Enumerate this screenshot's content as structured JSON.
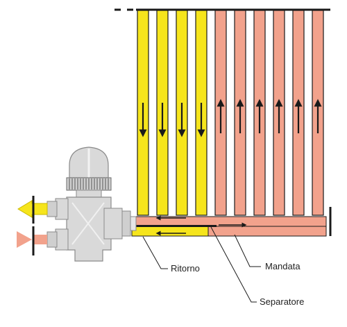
{
  "labels": {
    "return": "Ritorno",
    "supply": "Mandata",
    "separator": "Separatore"
  },
  "colors": {
    "return_flow": "#f6e51c",
    "supply_flow": "#f2a28c",
    "outline": "#1a1a1a",
    "valve_body": "#d9d9d9"
  },
  "flow_arrows": {
    "return_columns": "down",
    "supply_columns": "up"
  }
}
